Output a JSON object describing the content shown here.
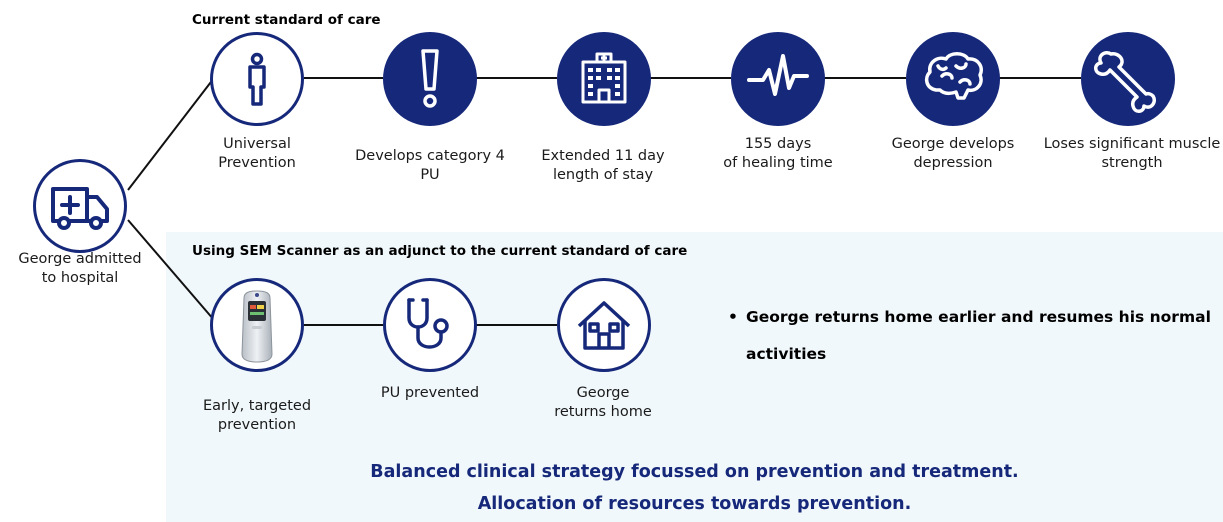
{
  "colors": {
    "navy": "#16287a",
    "panel_bg": "#f1f8fb"
  },
  "start": {
    "icon": "ambulance-icon",
    "label_line1": "George admitted",
    "label_line2": "to hospital"
  },
  "current": {
    "heading": "Current standard of care",
    "steps": [
      {
        "icon": "person-icon",
        "line1": "Universal",
        "line2": "Prevention"
      },
      {
        "icon": "exclamation-icon",
        "line1": "Develops category 4",
        "line2": "PU"
      },
      {
        "icon": "hospital-icon",
        "line1": "Extended 11 day",
        "line2": "length of stay"
      },
      {
        "icon": "heartbeat-icon",
        "line1": "155 days",
        "line2": "of healing time"
      },
      {
        "icon": "brain-icon",
        "line1": "George develops",
        "line2": "depression"
      },
      {
        "icon": "bone-icon",
        "line1": "Loses significant muscle",
        "line2": "strength"
      }
    ]
  },
  "sem": {
    "heading": "Using SEM Scanner as an adjunct to the current standard of care",
    "steps": [
      {
        "icon": "sem-scanner-device",
        "line1": "Early, targeted",
        "line2": "prevention"
      },
      {
        "icon": "stethoscope-icon",
        "line1": "PU prevented",
        "line2": ""
      },
      {
        "icon": "house-icon",
        "line1": "George",
        "line2": "returns home"
      }
    ],
    "outcome_bullet": "•",
    "outcome": "George returns home earlier and resumes his normal activities"
  },
  "footer": {
    "line1": "Balanced clinical strategy focussed on prevention and treatment.",
    "line2": "Allocation of resources towards prevention."
  }
}
